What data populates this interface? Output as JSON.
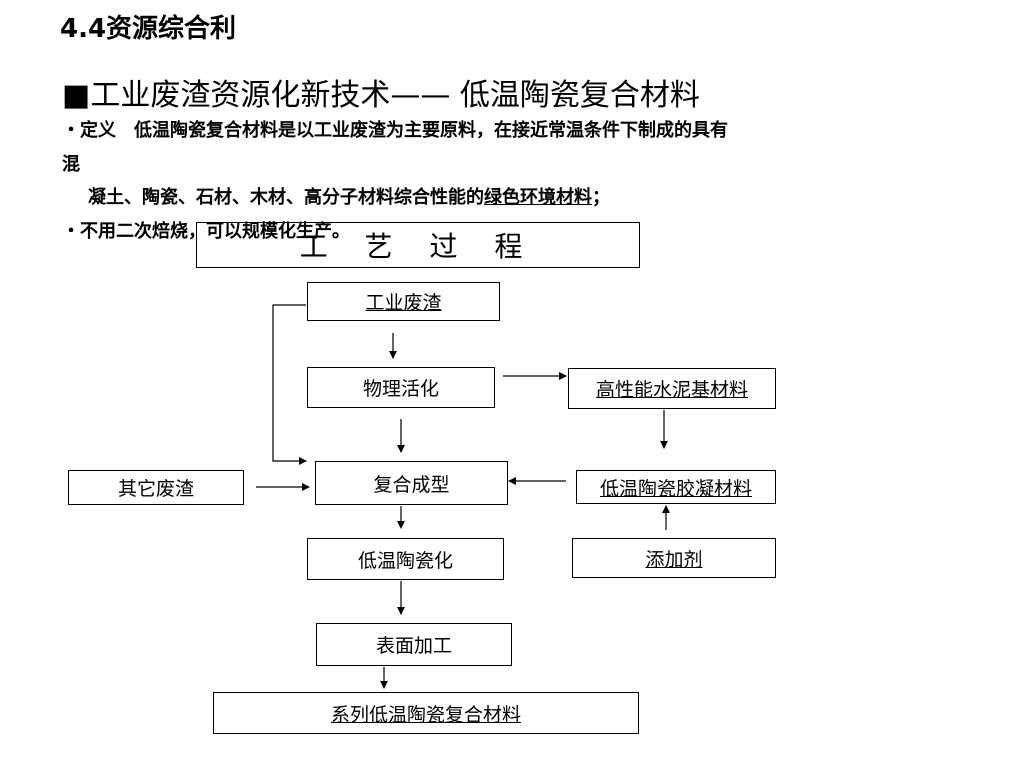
{
  "section_title": "4.4资源综合利",
  "heading": "■工业废渣资源化新技术—— 低温陶瓷复合材料",
  "definition": {
    "line1": "・定义　低温陶瓷复合材料是以工业废渣为主要原料，在接近常温条件下制成的具有",
    "line2": "混",
    "line3_prefix": "凝土、陶瓷、石材、木材、高分子材料综合性能的",
    "line3_underlined": "绿色环境材料",
    "line3_suffix": "；",
    "line4": "・不用二次焙烧，可以规模化生产。"
  },
  "flow": {
    "title": "工 艺 过 程",
    "industrial_waste": "工业废渣",
    "physical_activation": "物理活化",
    "cement_base": "高性能水泥基材料",
    "other_waste": "其它废渣",
    "composite_forming": "复合成型",
    "binder": "低温陶瓷胶凝材料",
    "ceramization": "低温陶瓷化",
    "additive": "添加剂",
    "surface_processing": "表面加工",
    "product_series": "系列低温陶瓷复合材料"
  }
}
